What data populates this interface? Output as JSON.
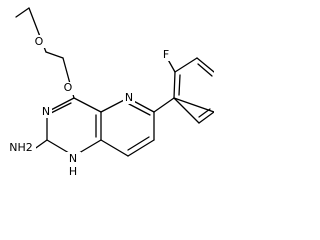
{
  "molecule": {
    "atoms": {
      "ether_o": "O",
      "alkoxy_o": "O",
      "fluorine": "F",
      "pyridine_n": "N",
      "pyrimidine_n3": "N",
      "pyrimidine_n1": "N",
      "amine": "NH2",
      "amine_h": "H2",
      "ring_nh": "N",
      "ring_h": "H"
    }
  }
}
